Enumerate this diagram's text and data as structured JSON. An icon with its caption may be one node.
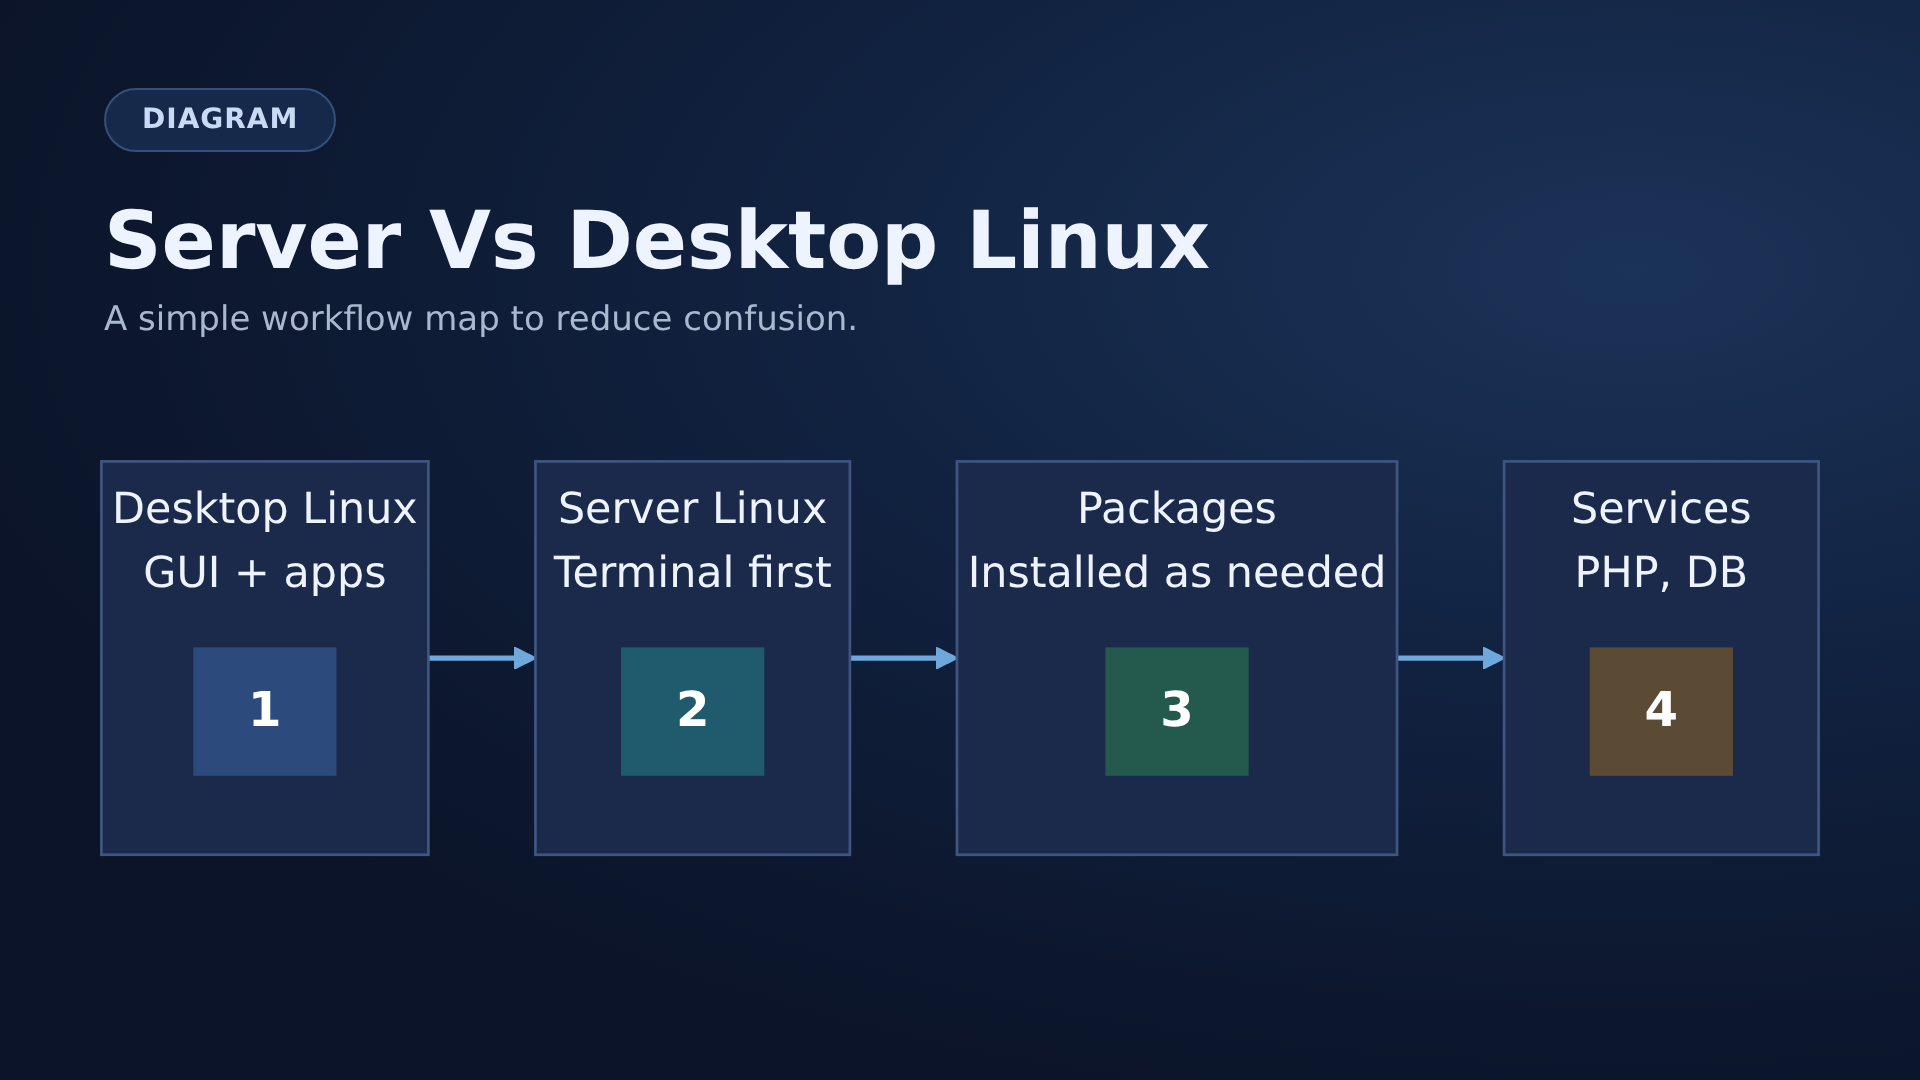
{
  "diagram": {
    "title": "Server Vs Desktop Linux",
    "nodes": [
      {
        "text": [
          "Desktop Linux",
          "GUI + apps"
        ]
      },
      {
        "text": [
          "1"
        ],
        "in": 0
      },
      {
        "text": [
          "Server Linux",
          "Terminal first"
        ]
      },
      {
        "text": [
          "2"
        ],
        "in": 2
      },
      {
        "text": [
          "Packages",
          "Installed as needed"
        ]
      },
      {
        "text": [
          "3"
        ],
        "in": 4
      },
      {
        "text": [
          "Services",
          "PHP, DB"
        ]
      },
      {
        "text": [
          "4"
        ],
        "in": 6
      }
    ],
    "edges": [
      {
        "from": 0,
        "to": 2,
        "arrow": "to"
      },
      {
        "from": 2,
        "to": 4,
        "arrow": "to"
      },
      {
        "from": 4,
        "to": 6,
        "arrow": "to"
      }
    ],
    "labels": [
      "DIAGRAM",
      "A simple workflow map to reduce confusion."
    ]
  }
}
